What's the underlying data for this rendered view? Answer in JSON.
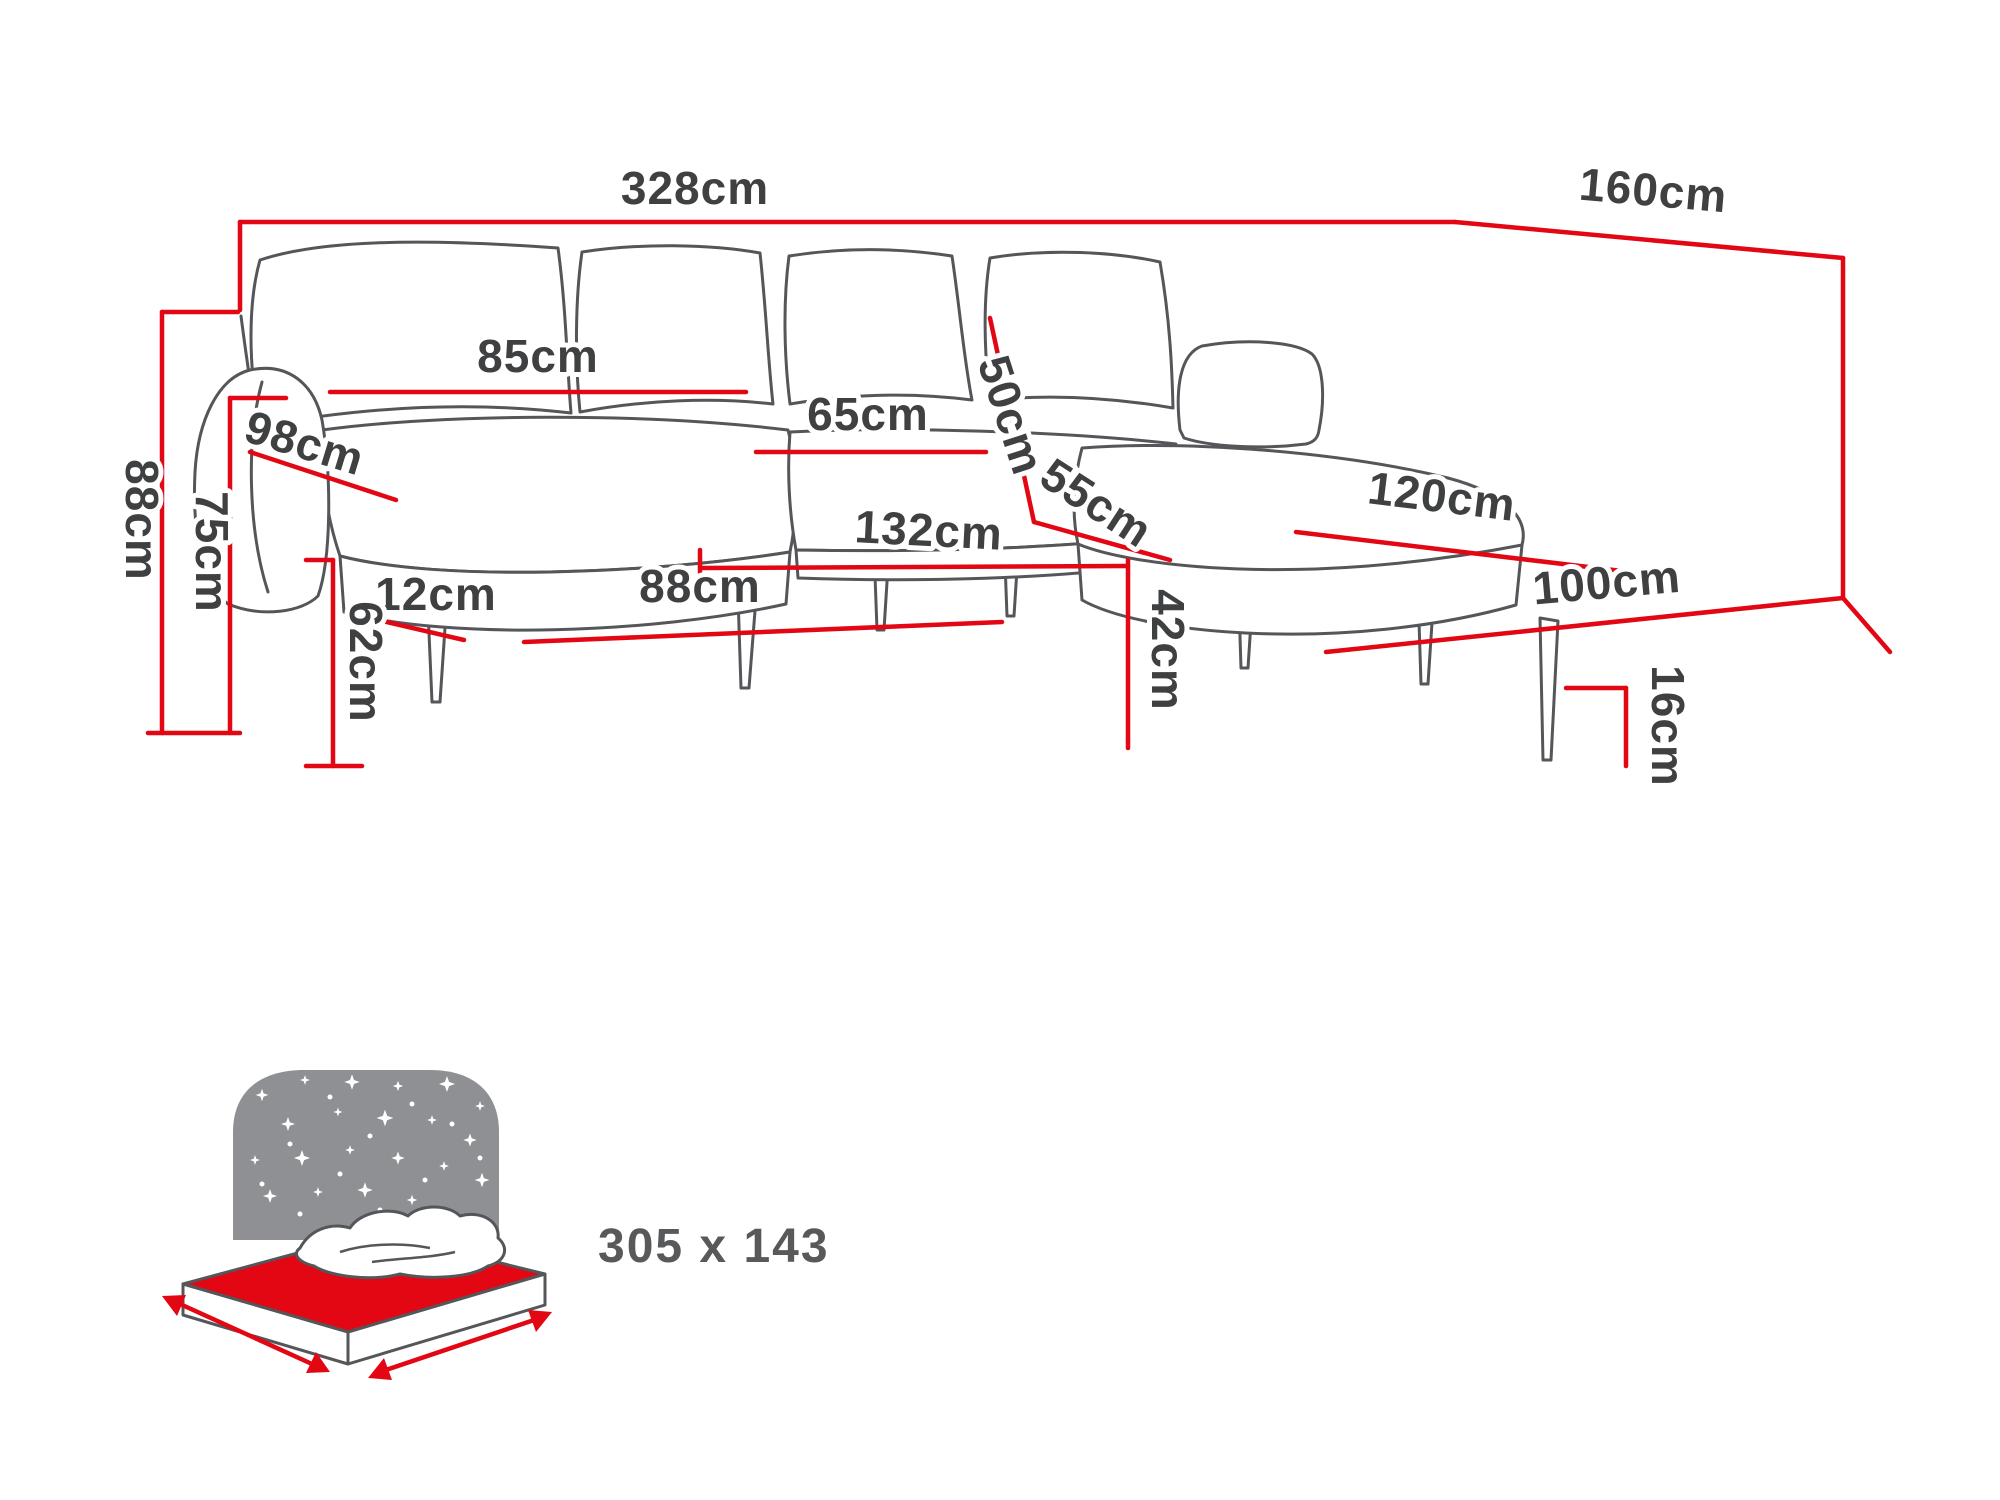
{
  "dimensions": {
    "overall_width": "328cm",
    "overall_depth": "160cm",
    "overall_height": "88cm",
    "backrest_height": "75cm",
    "arm_depth": "98cm",
    "left_back_cushion_width": "85cm",
    "middle_back_cushion_width": "65cm",
    "back_cushion_height": "50cm",
    "seat_depth": "55cm",
    "middle_section_width": "132cm",
    "arm_width": "12cm",
    "chaise_seat_width": "88cm",
    "arm_height": "62cm",
    "seat_height": "42cm",
    "right_chaise_length": "120cm",
    "right_chaise_width": "100cm",
    "leg_height": "16cm"
  },
  "sleeping_area": {
    "label": "305 x 143"
  },
  "colors": {
    "dimension": "#e30613",
    "outline": "#55565a",
    "text": "#3f4041",
    "secondary_text": "#58595b",
    "icon_gray": "#8e9093",
    "white": "#ffffff"
  }
}
